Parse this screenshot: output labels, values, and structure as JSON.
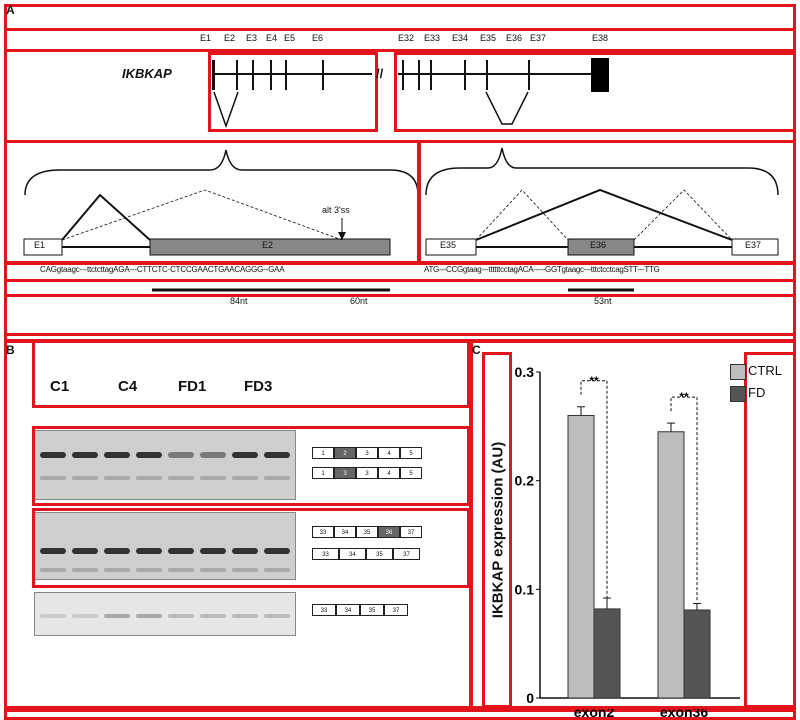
{
  "panels": {
    "a": "A",
    "b": "B",
    "c": "C"
  },
  "gene": {
    "name": "IKBKAP",
    "break_mark": "//"
  },
  "exons_left": [
    "E1",
    "E2",
    "E3",
    "E4",
    "E5",
    "E6"
  ],
  "exons_right": [
    "E32",
    "E33",
    "E34",
    "E35",
    "E36",
    "E37",
    "E38"
  ],
  "zoom_left": {
    "exon1": "E1",
    "exon2": "E2",
    "alt_label": "alt 3'ss",
    "sequence": "CAGgtaagc---ttctcttagAGA---CTTCTC·CTCCGAACTGAACAGGG--GAA",
    "len1": "84nt",
    "len2": "60nt"
  },
  "zoom_right": {
    "exon1": "E35",
    "exon2": "E36",
    "exon3": "E37",
    "sequence": "ATG---CCGgtaag---ttttttcctagACA-----GGTgtaagc---tttctcctcagSTT---TTG",
    "len": "53nt"
  },
  "gel": {
    "lanes": [
      "C1",
      "C4",
      "FD1",
      "FD3"
    ],
    "row1_top": [
      "1",
      "2",
      "3",
      "4",
      "5"
    ],
    "row1_bottom": [
      "1",
      "3",
      "3",
      "4",
      "5"
    ],
    "row2_top": [
      "33",
      "34",
      "35",
      "36",
      "37"
    ],
    "row2_bottom": [
      "33",
      "34",
      "35",
      "37"
    ],
    "row3": [
      "33",
      "34",
      "35",
      "37"
    ]
  },
  "colors": {
    "ctrl": "#bdbdbd",
    "fd": "#555555",
    "annotation_boxes": "#e3141b"
  },
  "chart_data": {
    "type": "bar",
    "categories": [
      "exon2",
      "exon36"
    ],
    "series": [
      {
        "name": "CTRL",
        "values": [
          0.26,
          0.245
        ],
        "errors": [
          0.008,
          0.008
        ]
      },
      {
        "name": "FD",
        "values": [
          0.082,
          0.081
        ],
        "errors": [
          0.01,
          0.006
        ]
      }
    ],
    "ylabel": "IKBKAP expression (AU)",
    "ylim": [
      0,
      0.3
    ],
    "yticks": [
      "0",
      "0.1",
      "0.2",
      "0.3"
    ],
    "significance": [
      "**",
      "**"
    ],
    "legend": "top-right",
    "grid": false
  }
}
